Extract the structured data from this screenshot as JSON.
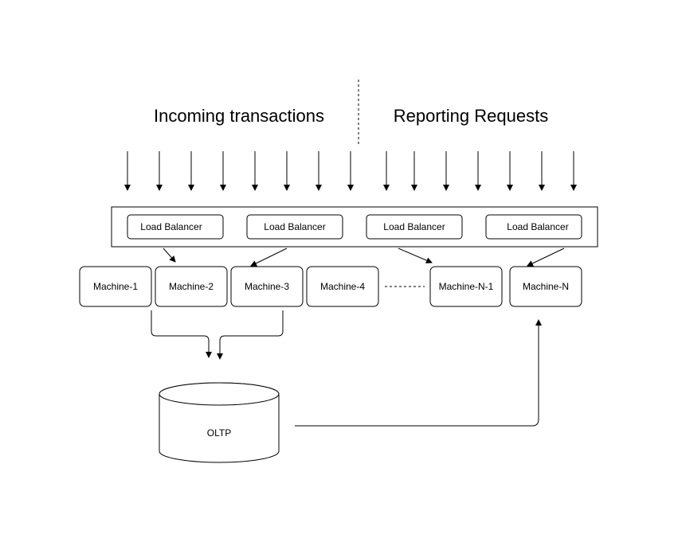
{
  "headings": {
    "left": "Incoming transactions",
    "right": "Reporting Requests"
  },
  "load_balancers": [
    "Load Balancer",
    "Load Balancer",
    "Load Balancer",
    "Load Balancer"
  ],
  "machines": [
    "Machine-1",
    "Machine-2",
    "Machine-3",
    "Machine-4",
    "Machine-N-1",
    "Machine-N"
  ],
  "database": {
    "label": "OLTP"
  },
  "colors": {
    "stroke": "#000000",
    "background": "#ffffff"
  }
}
